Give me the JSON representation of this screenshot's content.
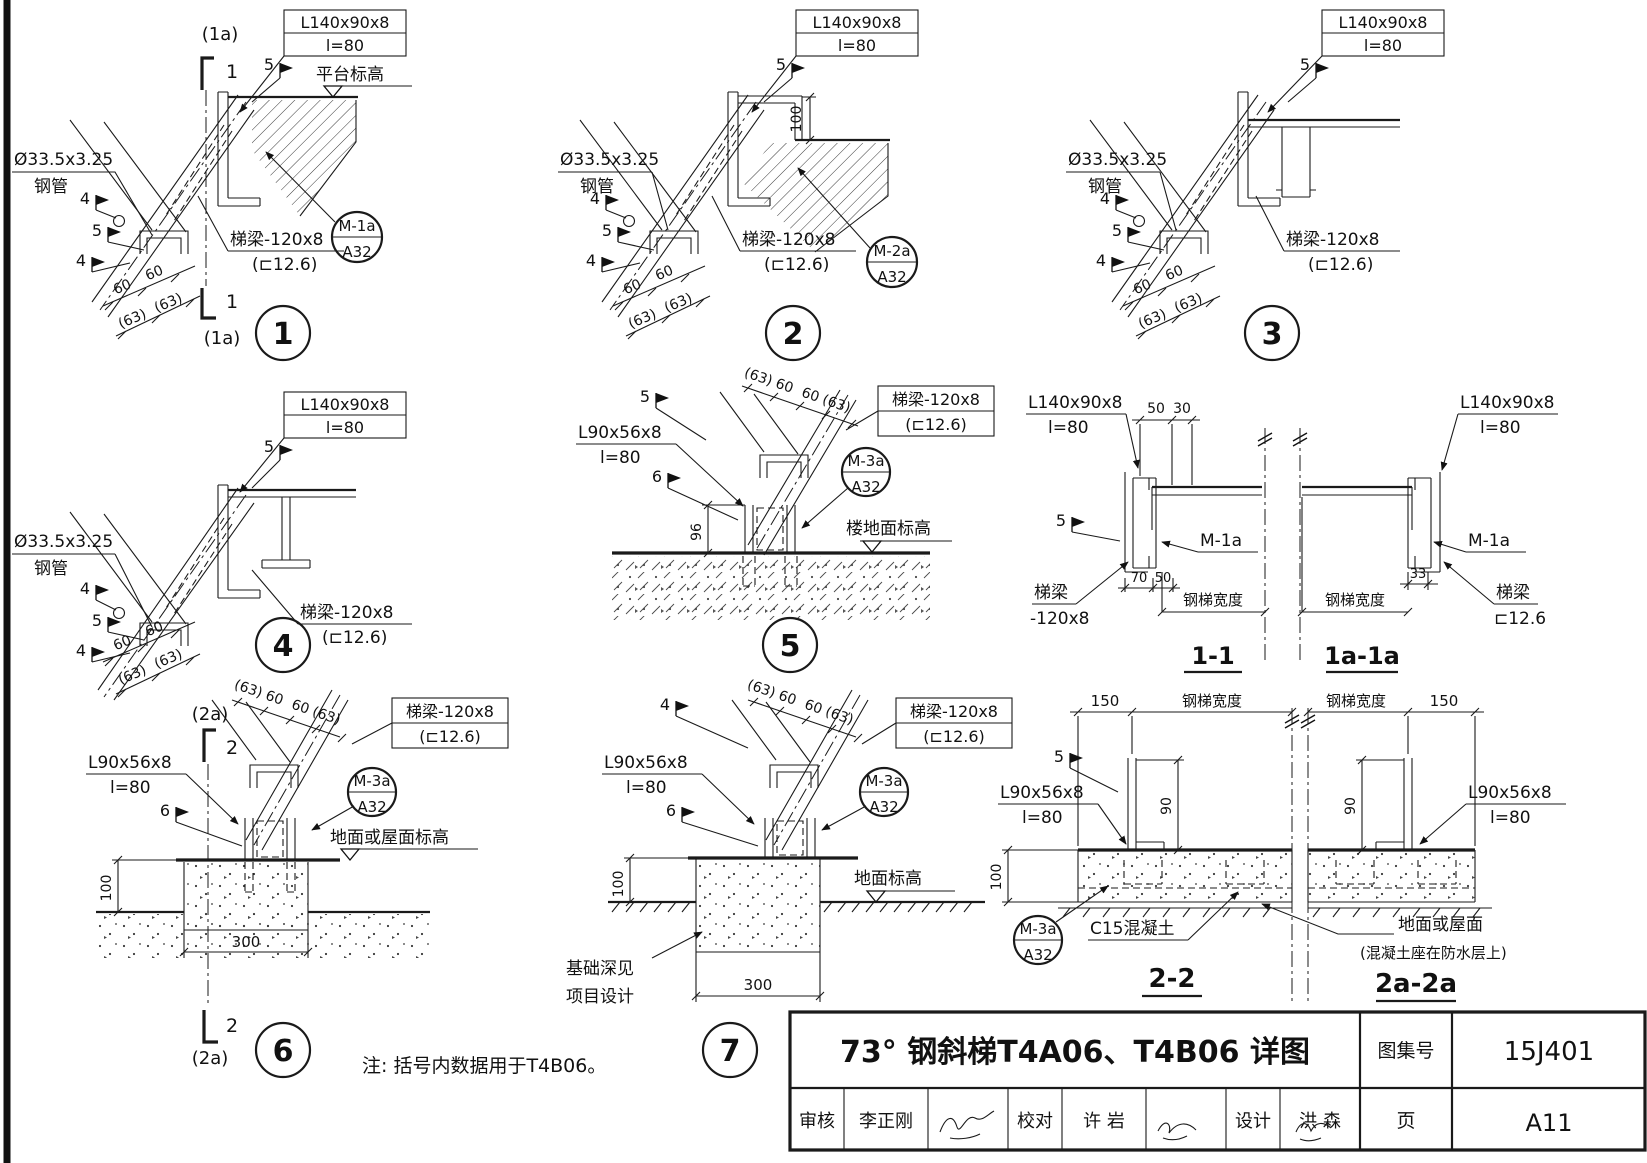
{
  "labels": {
    "L140": "L140x90x8",
    "L90": "L90x56x8",
    "l80": "l=80",
    "pipe_size": "Ø33.5x3.25",
    "pipe": "钢管",
    "beam": "梯梁-120x8",
    "beam_ch": "(⊏12.6)",
    "beam_short": "梯梁",
    "beam_size2": "-120x8",
    "ch126": "⊏12.6",
    "platform_lvl": "平台标高",
    "floor_lvl": "楼地面标高",
    "ground_roof_lvl": "地面或屋面标高",
    "ground_lvl": "地面标高",
    "ground_roof": "地面或屋面",
    "ground_roof_sub": "(混凝土座在防水层上)",
    "found1": "基础深见",
    "found2": "项目设计",
    "c15": "C15混凝土",
    "width": "钢梯宽度",
    "m1a": "M-1a",
    "m2a": "M-2a",
    "m3a": "M-3a",
    "a32": "A32"
  },
  "dims": {
    "n4": "4",
    "n5": "5",
    "n6": "6",
    "d60": "60",
    "d63": "(63)",
    "d96": "96",
    "d100": "100",
    "d300": "300",
    "d50": "50",
    "d30": "30",
    "d70": "70",
    "d33": "33",
    "d150": "150",
    "d90": "90"
  },
  "details": {
    "c1": "1",
    "c2": "2",
    "c3": "3",
    "c4": "4",
    "c5": "5",
    "c6": "6",
    "c7": "7",
    "cut1": "1",
    "cut1a": "(1a)",
    "cut2": "2",
    "cut2a": "(2a)",
    "s11": "1-1",
    "s1a": "1a-1a",
    "s22": "2-2",
    "s2a": "2a-2a"
  },
  "note": "注: 括号内数据用于T4B06。",
  "title_block": {
    "title": "73° 钢斜梯T4A06、T4B06 详图",
    "atlas_label": "图集号",
    "atlas_no": "15J401",
    "page_label": "页",
    "page_no": "A11",
    "audit_label": "审核",
    "audit_name": "李正刚",
    "check_label": "校对",
    "check_name": "许 岩",
    "design_label": "设计",
    "design_name": "洪 森"
  }
}
